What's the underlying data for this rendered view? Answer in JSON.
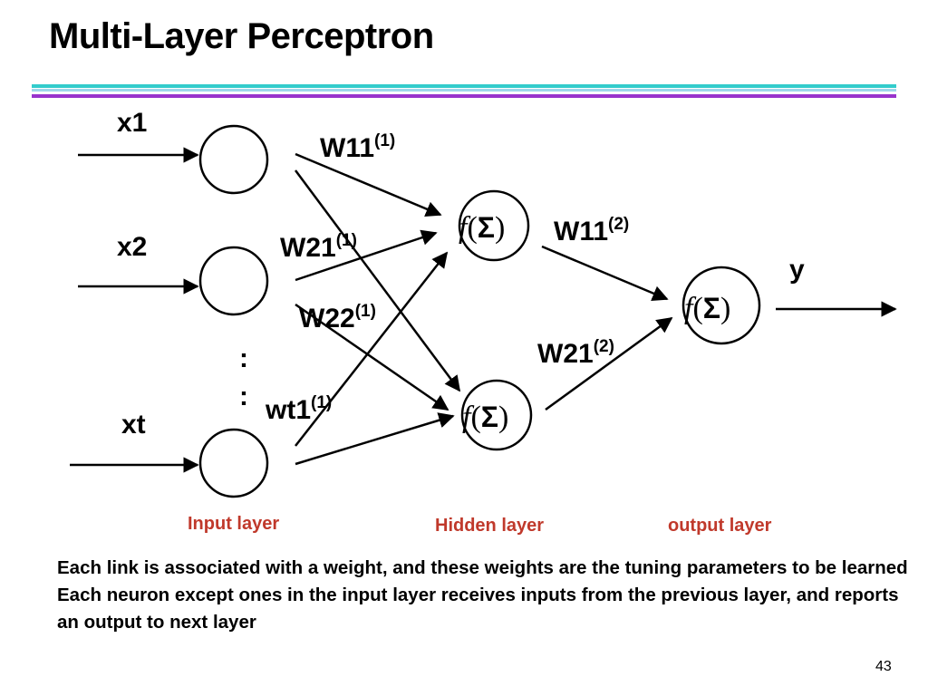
{
  "slide": {
    "title": "Multi-Layer Perceptron",
    "page_number": "43"
  },
  "diagram": {
    "inputs": [
      "x1",
      "x2",
      "xt"
    ],
    "output": "y",
    "ellipsis": ":",
    "weights": {
      "w11_1": {
        "base": "W11",
        "sup": "(1)"
      },
      "w21_1": {
        "base": "W21",
        "sup": "(1)"
      },
      "w22_1": {
        "base": "W22",
        "sup": "(1)"
      },
      "wt1_1": {
        "base": "wt1",
        "sup": "(1)"
      },
      "w11_2": {
        "base": "W11",
        "sup": "(2)"
      },
      "w21_2": {
        "base": "W21",
        "sup": "(2)"
      }
    },
    "neuron": {
      "f": "f",
      "open": "(",
      "sigma": "Σ",
      "close": ")"
    },
    "layers": {
      "input": "Input layer",
      "hidden": "Hidden layer",
      "output": "output layer"
    }
  },
  "notes": [
    "Each link is associated with a weight, and these weights are the tuning parameters to be learned",
    "Each neuron except ones in the input layer receives inputs from the previous layer, and reports an output to next layer"
  ],
  "colors": {
    "rule_teal": "#33cccc",
    "rule_light": "#9fd7ea",
    "rule_purple": "#9933cc",
    "layer_label": "#c0392b"
  }
}
